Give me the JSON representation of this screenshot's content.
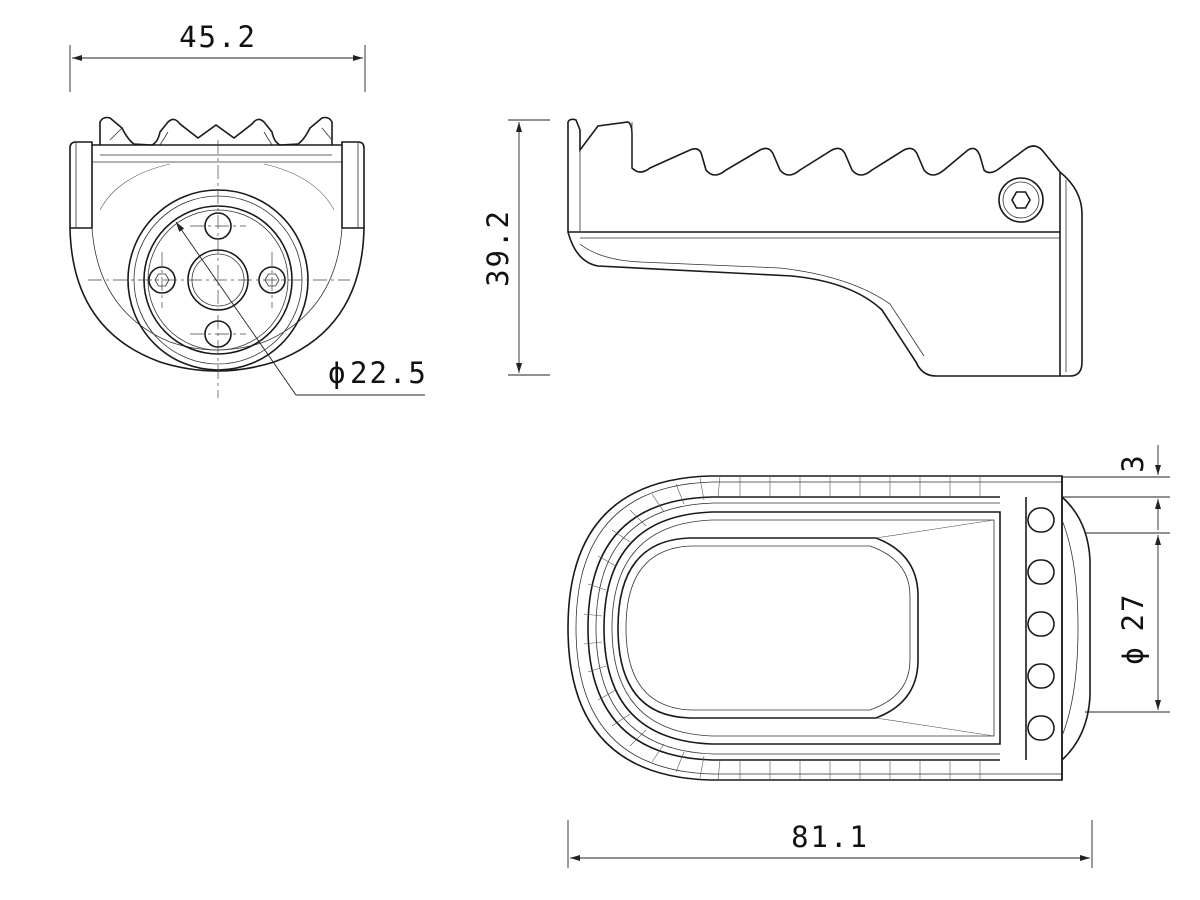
{
  "dimensions": {
    "front_width": "45.2",
    "front_diameter": "22.5",
    "side_height": "39.2",
    "bottom_length": "81.1",
    "bottom_offset": "3",
    "bottom_diameter": "27"
  },
  "diameter_symbol": "ϕ"
}
